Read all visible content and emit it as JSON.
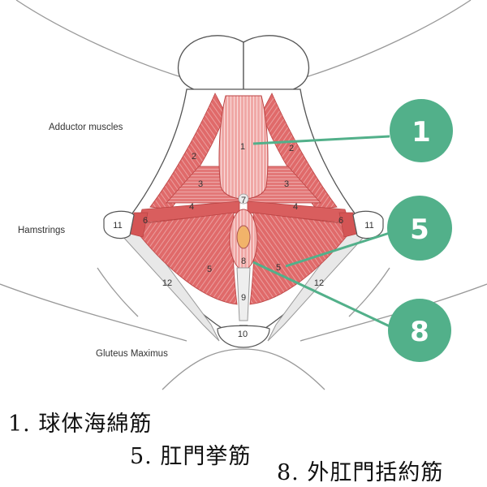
{
  "colors": {
    "muscle": "#e26c6c",
    "muscle_dark": "#c94848",
    "muscle_light": "#f3b8b6",
    "outline": "#555555",
    "ligament": "#ededed",
    "badge": "#52b08a",
    "line": "#52b08a"
  },
  "labels": {
    "adductor": "Adductor muscles",
    "hamstrings": "Hamstrings",
    "gluteus": "Gluteus Maximus"
  },
  "muscle_numbers": {
    "n1": "1",
    "n2l": "2",
    "n2r": "2",
    "n3l": "3",
    "n3r": "3",
    "n4l": "4",
    "n4r": "4",
    "n5l": "5",
    "n5r": "5",
    "n6l": "6",
    "n6r": "6",
    "n7": "7",
    "n8": "8",
    "n9": "9",
    "n10": "10",
    "n11l": "11",
    "n11r": "11",
    "n12l": "12",
    "n12r": "12"
  },
  "badges": {
    "b1": "1",
    "b5": "5",
    "b8": "8"
  },
  "captions": {
    "c1": "1. 球体海綿筋",
    "c5": "5. 肛門挙筋",
    "c8": "8. 外肛門括約筋"
  }
}
